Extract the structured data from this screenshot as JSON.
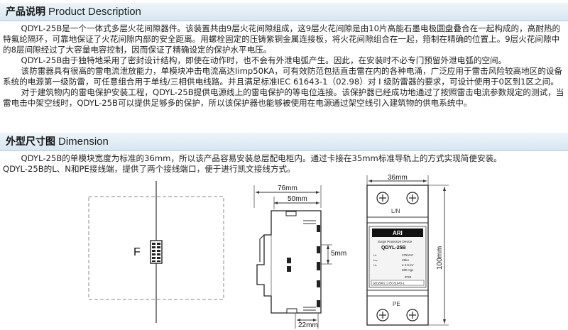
{
  "section1": {
    "title_cn": "产品说明",
    "title_en": "Product Description",
    "paragraphs": [
      "QDYL-25B是一个一体式多层火花间隙器件。该装置共由9层火花间隙组成，这9层火花间隙是由10片高能石墨电极圆盘叠合在一起构成的，高耐热的特氟纶隔环，可靠地保证了火花间隙内部的安全距离。用螺栓固定的压铸紫铜金属连接板，将火花间隙组合在一起，箝制在精确的位置上。9层火花间隙中的8层间隙经过了大容量电容控制，因而保证了精确设定的保护水平电压。",
      "QDYL-25B由于独特地采用了密封设计结构，即使在动作时，也不会有外泄电弧产生。因此，在安装时不必专门预留外泄电弧的空间。",
      "该防雷器具有很高的雷电流泄放能力，单模块冲击电流高达Iimp50KA，可有效防范包括直击雷在内的各种电涌，广泛应用于雷击风险较高地区的设备系统的电源第一级防雷，可任意组合用于单线/三相供电线路。并且满足标准IEC 61643-1（02.98）对 I 级防雷器的要求，可设计使用于0区到1区之间。",
      "对于建筑物内的雷电保护安装工程，QDYL-25B提供电源线上的雷电保护的等电位连接。该保护器已经成功地通过了按照雷击电流参数规定的测试，当雷电击中架空线时，QDYL-25B可以提供足够多的保护，所以该保护器也能够被使用在电源通过架空线引入建筑物的供电系统中。"
    ]
  },
  "section2": {
    "title_cn": "外型尺寸图",
    "title_en": "Dimension",
    "paragraphs": [
      "QDYL-25B的单模块宽度为标准的36mm，所以该产品容易安装总层配电柜内。通过卡接在35mm标准导轨上的方式实现简便安装。",
      "QDYL-25B的L、N和PE接线端，提供了两个接线端口，便于进行凯文接线方式。"
    ]
  },
  "schematic": {
    "label": "F"
  },
  "side_view": {
    "dim_width": "76mm",
    "dim_inner": "50mm",
    "dim_5": "5mm",
    "dim_bottom": "22mm"
  },
  "front_view": {
    "dim_width": "36mm",
    "dim_height": "100mm",
    "terminal_top": "L/N",
    "terminal_bottom": "PE",
    "brand": "ARI",
    "label_line1": "Surge Protective Device",
    "label_model": "QDYL-25B",
    "spec_uc": "275VAC",
    "spec_iimp": "25kA",
    "spec_ip": "≤ 2.5 kV",
    "spec_rating": "280 AgL",
    "spec_ip20": "IP20",
    "standard": "GB18802.1 IEC61643-1"
  }
}
